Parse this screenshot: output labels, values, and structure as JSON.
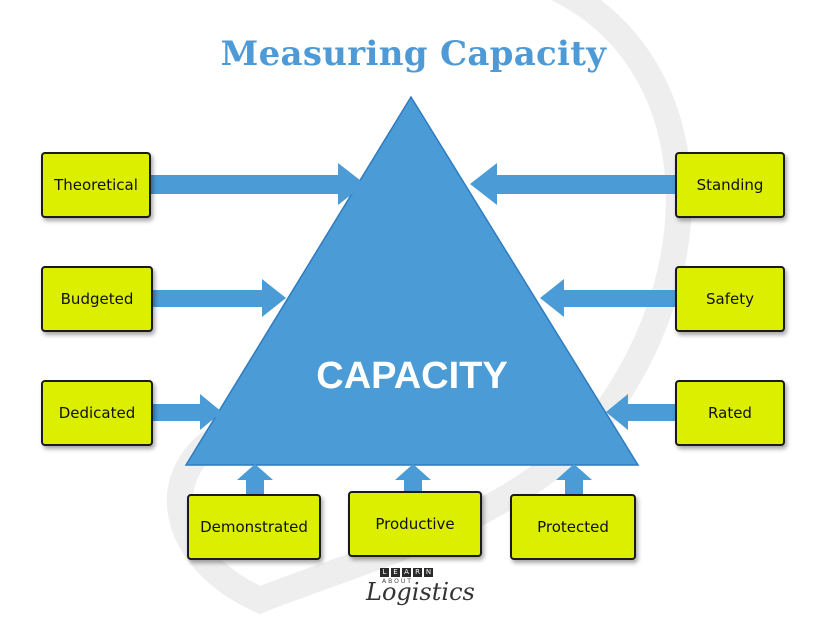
{
  "title": "Measuring Capacity",
  "center_label": "CAPACITY",
  "colors": {
    "title": "#4e9ad6",
    "triangle": "#4a9bd6",
    "arrow": "#4a9bd6",
    "box_fill": "#dcef00",
    "box_border": "#1a1a1a"
  },
  "left_items": [
    "Theoretical",
    "Budgeted",
    "Dedicated"
  ],
  "right_items": [
    "Standing",
    "Safety",
    "Rated"
  ],
  "bottom_items": [
    "Demonstrated",
    "Productive",
    "Protected"
  ],
  "logo": {
    "tiles": [
      "L",
      "E",
      "A",
      "R",
      "N"
    ],
    "about": "ABOUT",
    "script": "Logistics"
  }
}
